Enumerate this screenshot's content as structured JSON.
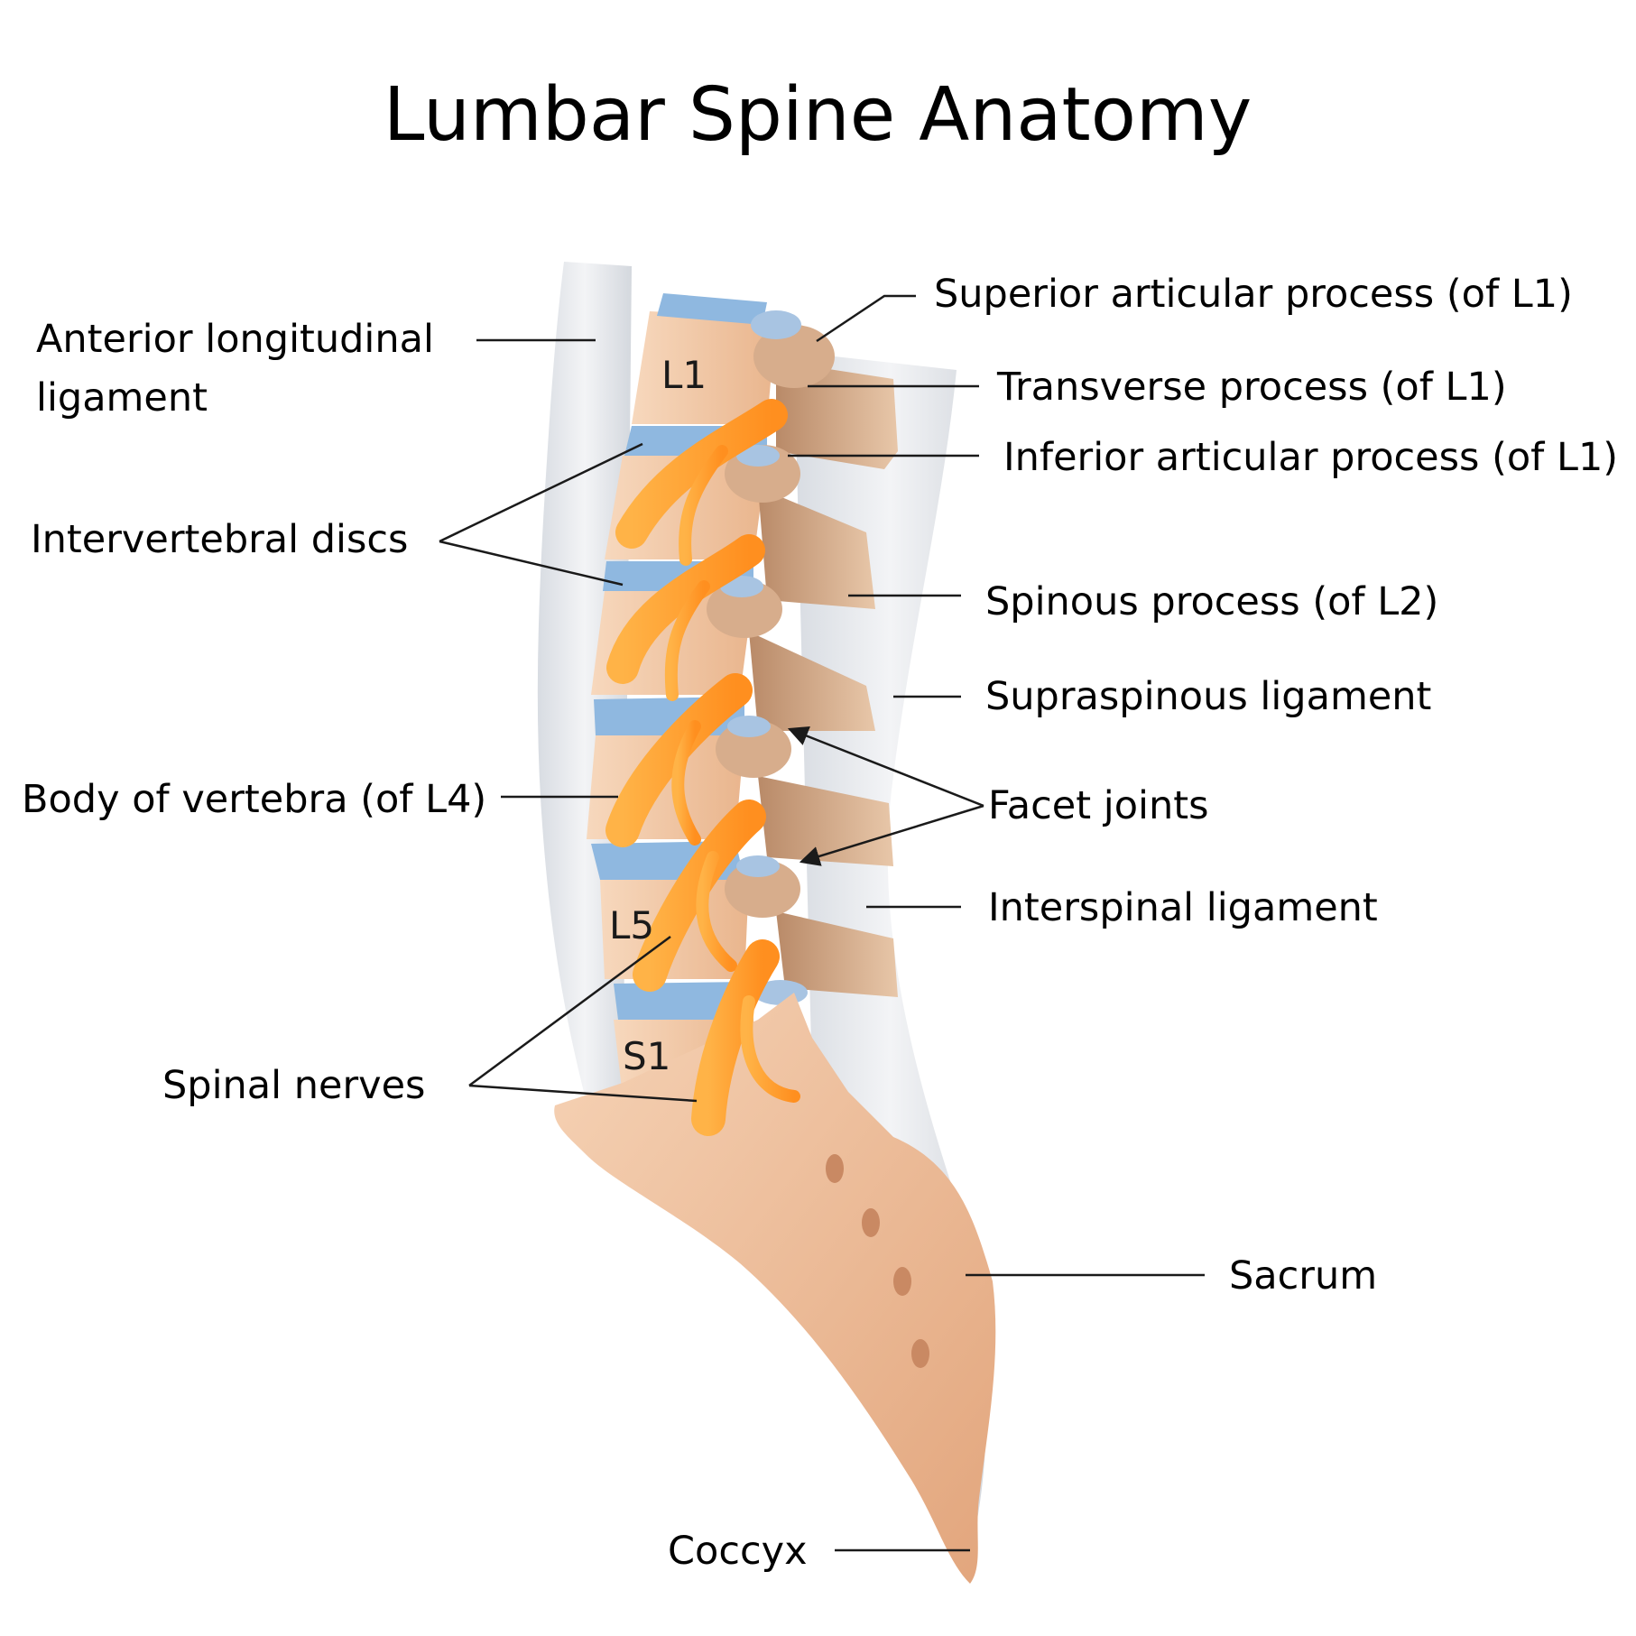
{
  "title": "Lumbar Spine Anatomy",
  "vertebra_labels": {
    "l1": "L1",
    "l5": "L5",
    "s1": "S1"
  },
  "labels": {
    "anterior_ligament": [
      "Anterior longitudinal",
      "ligament"
    ],
    "intervertebral_discs": "Intervertebral discs",
    "body_of_vertebra": "Body of vertebra (of L4)",
    "spinal_nerves": "Spinal nerves",
    "superior_articular": "Superior articular process (of L1)",
    "transverse_process": "Transverse process (of L1)",
    "inferior_articular": "Inferior articular process (of L1)",
    "spinous_process": "Spinous process (of L2)",
    "supraspinous_ligament": "Supraspinous ligament",
    "facet_joints": "Facet joints",
    "interspinal_ligament": "Interspinal ligament",
    "sacrum": "Sacrum",
    "coccyx": "Coccyx"
  },
  "colors": {
    "bone": "#f2c9a7",
    "bone_dark": "#d9a57f",
    "process": "#c99a77",
    "disc": "#8fb8e0",
    "nerve": "#ffa43a",
    "ligament": "#e3e6ea"
  }
}
